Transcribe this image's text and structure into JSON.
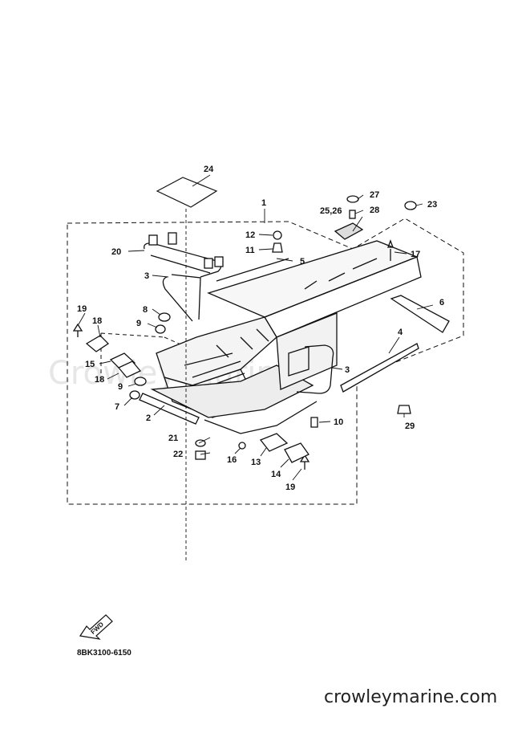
{
  "diagram": {
    "part_code": "8BK3100-6150",
    "fwd_label": "FWD",
    "watermark_text": "Crowley Marine",
    "site_label": "crowleymarine.com",
    "line_color": "#111111",
    "callouts": [
      {
        "id": "c1",
        "text": "1"
      },
      {
        "id": "c2",
        "text": "2"
      },
      {
        "id": "c3a",
        "text": "3"
      },
      {
        "id": "c3b",
        "text": "3"
      },
      {
        "id": "c4",
        "text": "4"
      },
      {
        "id": "c5",
        "text": "5"
      },
      {
        "id": "c6",
        "text": "6"
      },
      {
        "id": "c7",
        "text": "7"
      },
      {
        "id": "c8",
        "text": "8"
      },
      {
        "id": "c9a",
        "text": "9"
      },
      {
        "id": "c9b",
        "text": "9"
      },
      {
        "id": "c10",
        "text": "10"
      },
      {
        "id": "c11",
        "text": "11"
      },
      {
        "id": "c12",
        "text": "12"
      },
      {
        "id": "c13",
        "text": "13"
      },
      {
        "id": "c14",
        "text": "14"
      },
      {
        "id": "c15",
        "text": "15"
      },
      {
        "id": "c16",
        "text": "16"
      },
      {
        "id": "c17",
        "text": "17"
      },
      {
        "id": "c18a",
        "text": "18"
      },
      {
        "id": "c18b",
        "text": "18"
      },
      {
        "id": "c19a",
        "text": "19"
      },
      {
        "id": "c19b",
        "text": "19"
      },
      {
        "id": "c20",
        "text": "20"
      },
      {
        "id": "c21",
        "text": "21"
      },
      {
        "id": "c22",
        "text": "22"
      },
      {
        "id": "c23",
        "text": "23"
      },
      {
        "id": "c24",
        "text": "24"
      },
      {
        "id": "c2526",
        "text": "25,26"
      },
      {
        "id": "c27",
        "text": "27"
      },
      {
        "id": "c28",
        "text": "28"
      },
      {
        "id": "c29",
        "text": "29"
      }
    ]
  }
}
